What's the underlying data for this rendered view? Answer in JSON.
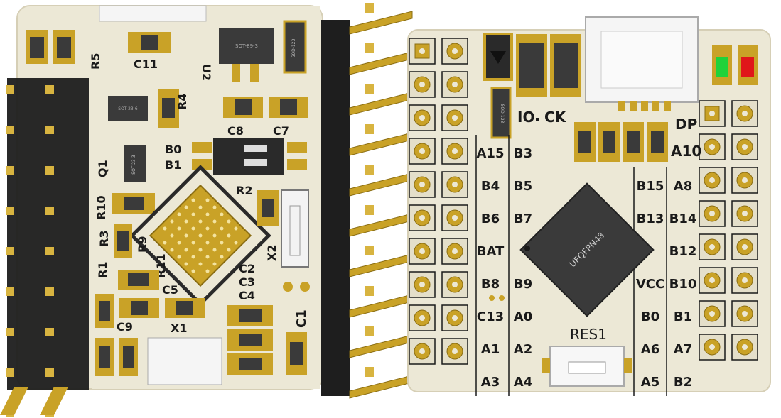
{
  "colors": {
    "board": "#ece8d6",
    "board_edge": "#d9d3bd",
    "gold": "#c9a227",
    "gold_dark": "#8a6d12",
    "header": "#202020",
    "chip": "#3a3a3a",
    "silk": "#1a1a1a",
    "led_green": "#1fd23a",
    "led_red": "#e0161a"
  },
  "left_board": {
    "labels": {
      "r5": "R5",
      "c11": "C11",
      "u2": "U2",
      "reg_chip": "SOT-89-3",
      "diode": "SOD-123",
      "r4": "R4",
      "sot23": "SOT-23-6",
      "c8": "C8",
      "c7": "C7",
      "b0": "B0",
      "b1": "B1",
      "q1": "Q1",
      "q1_chip": "SOT-23-3",
      "r2": "R2",
      "r10": "R10",
      "r3": "R3",
      "r9": "R9",
      "x2": "X2",
      "r1": "R1",
      "r11": "R11",
      "c2": "C2",
      "c3": "C3",
      "c4": "C4",
      "c5": "C5",
      "c9": "C9",
      "x1": "X1",
      "c1": "C1"
    }
  },
  "right_board": {
    "labels": {
      "diode": "SOD-123",
      "io": "IO",
      "ck": "CK",
      "dp": "DP",
      "a10": "A10",
      "chip": "UFQFPN48",
      "res1": "RES1"
    },
    "left_inner_pins": [
      [
        "A15",
        "B3"
      ],
      [
        "B4",
        "B5"
      ],
      [
        "B6",
        "B7"
      ],
      [
        "BAT",
        ""
      ],
      [
        "B8",
        "B9"
      ],
      [
        "C13",
        "A0"
      ],
      [
        "A1",
        "A2"
      ],
      [
        "A3",
        "A4"
      ]
    ],
    "right_inner_pins": [
      [
        "B15",
        "A8"
      ],
      [
        "B13",
        "B14"
      ],
      [
        "",
        "B12"
      ],
      [
        "VCC",
        "B10"
      ],
      [
        "B0",
        "B1"
      ],
      [
        "A6",
        "A7"
      ],
      [
        "A5",
        "B2"
      ]
    ]
  }
}
